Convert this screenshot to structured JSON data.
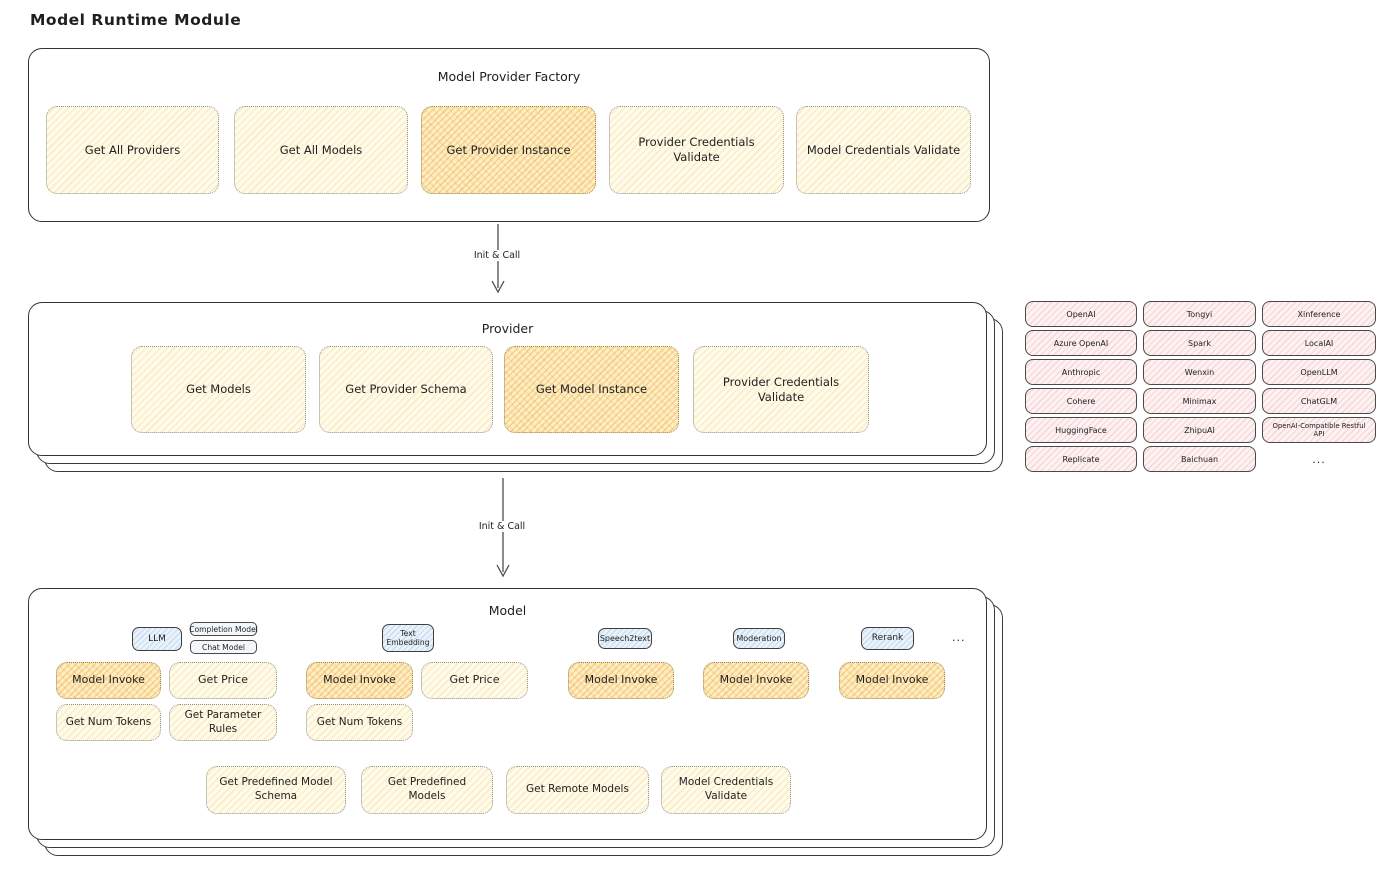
{
  "page": {
    "title": "Model Runtime Module"
  },
  "colors": {
    "yellow_fill": "#fffbea",
    "yellow_hatch": "#f2c976",
    "orange_fill": "#fdeec7",
    "orange_hatch": "#eeaa3a",
    "pink_fill": "#fdf1f1",
    "pink_hatch": "#e18282",
    "blue_fill": "#eaf3fb",
    "ink": "#1f1f1f"
  },
  "factory": {
    "title": "Model Provider Factory",
    "boxes": [
      {
        "label": "Get All Providers"
      },
      {
        "label": "Get All Models"
      },
      {
        "label": "Get Provider Instance"
      },
      {
        "label": "Provider Credentials Validate"
      },
      {
        "label": "Model Credentials Validate"
      }
    ]
  },
  "arrow1": {
    "label": "Init & Call"
  },
  "arrow2": {
    "label": "Init & Call"
  },
  "provider": {
    "title": "Provider",
    "boxes": [
      {
        "label": "Get Models"
      },
      {
        "label": "Get Provider Schema"
      },
      {
        "label": "Get Model Instance"
      },
      {
        "label": "Provider Credentials Validate"
      }
    ]
  },
  "providers_grid": {
    "items": [
      "OpenAI",
      "Tongyi",
      "Xinference",
      "Azure OpenAI",
      "Spark",
      "LocalAI",
      "Anthropic",
      "Wenxin",
      "OpenLLM",
      "Cohere",
      "Minimax",
      "ChatGLM",
      "HuggingFace",
      "ZhipuAI",
      "OpenAI-Compatible Restful API",
      "Replicate",
      "Baichuan",
      "..."
    ]
  },
  "model": {
    "title": "Model",
    "tags": {
      "llm": "LLM",
      "completion": "Completion Model",
      "chat": "Chat Model",
      "text_embedding": "Text Embedding",
      "speech2text": "Speech2text",
      "moderation": "Moderation",
      "rerank": "Rerank",
      "ellipsis": "..."
    },
    "llm": {
      "invoke": "Model Invoke",
      "price": "Get Price",
      "tokens": "Get Num Tokens",
      "rules": "Get Parameter Rules"
    },
    "text_embedding": {
      "invoke": "Model Invoke",
      "price": "Get Price",
      "tokens": "Get Num Tokens"
    },
    "speech2text": {
      "invoke": "Model Invoke"
    },
    "moderation": {
      "invoke": "Model Invoke"
    },
    "rerank": {
      "invoke": "Model Invoke"
    },
    "bottom": [
      {
        "label": "Get Predefined Model Schema"
      },
      {
        "label": "Get Predefined Models"
      },
      {
        "label": "Get Remote Models"
      },
      {
        "label": "Model Credentials Validate"
      }
    ]
  }
}
